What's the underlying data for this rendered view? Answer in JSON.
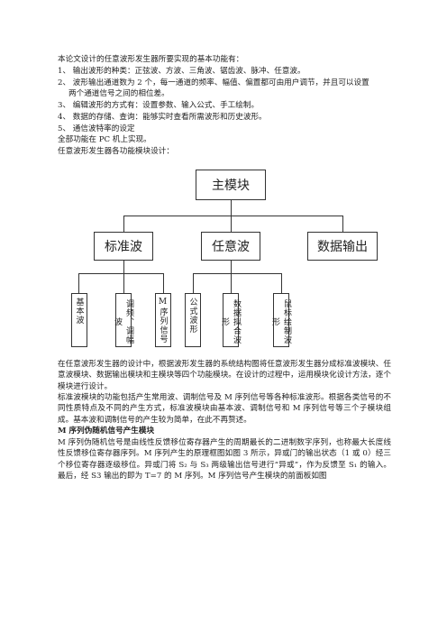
{
  "intro": {
    "line1": "本论文设计的任意波形发生器所要实现的基本功能有：",
    "items": [
      "1、  输出波形的种类：正弦波、方波、三角波、锯齿波、脉冲、任意波。",
      "2、  波形输出通道数为 2 个，每一通道的频率、幅值、偏置都可由用户调节，并且可以设置",
      "3、  编辑波形的方式有：设置参数、输入公式、手工绘制。",
      "4、  数据的存储、查询：能够实时查看所需波形和历史波形。",
      "5、  通信波特率的设定"
    ],
    "item2_cont": "两个通道信号之间的相位差。",
    "pc": "全部功能在 PC 机上实现。",
    "design": "任意波形发生器各功能模块设计："
  },
  "diagram": {
    "main": "主模块",
    "standard": "标准波",
    "arbitrary": "任意波",
    "output": "数据输出",
    "leaves": [
      "基本波",
      "调频、调幅波",
      "M序列信号",
      "公式波形",
      "数据拟合波形",
      "鼠标绘制波形"
    ]
  },
  "body": {
    "para1": "在任意波形发生器的设计中，根据波形发生器的系统结构图将任意波形发生器分成标准波模块、任意波模块、数据输出模块和主模块等四个功能模块。在设计的过程中，运用模块化设计方法，逐个模块进行设计。",
    "para2": "标准波模块的功能包括产生常用波、调制信号及 M 序列信号等各种标准波形。根据各类信号的不同性质特点及不同的产生方式，标准波模块由基本波、调制信号和 M 序列信号等三个子模块组成。基本波和调制信号的产生较为简单，在此不再赘述。",
    "heading": "M 序列伪随机信号产生模块",
    "para3": "M 序列伪随机信号是由线性反馈移位寄存器产生的周期最长的二进制数字序列，也称最大长度线性反馈移位寄存器序列。M 序列产生的原理框图如图 3 所示，异或门的输出状态（1 或 0）经三个移位寄存器逐级移位。异或门将 S₂ 与 S₃ 两级输出信号进行“异或”，作为反馈至 S₁ 的输入。最后，经 S3 输出的即为 T=7 的 M 序列。M 序列信号产生模块的前面板如图"
  }
}
